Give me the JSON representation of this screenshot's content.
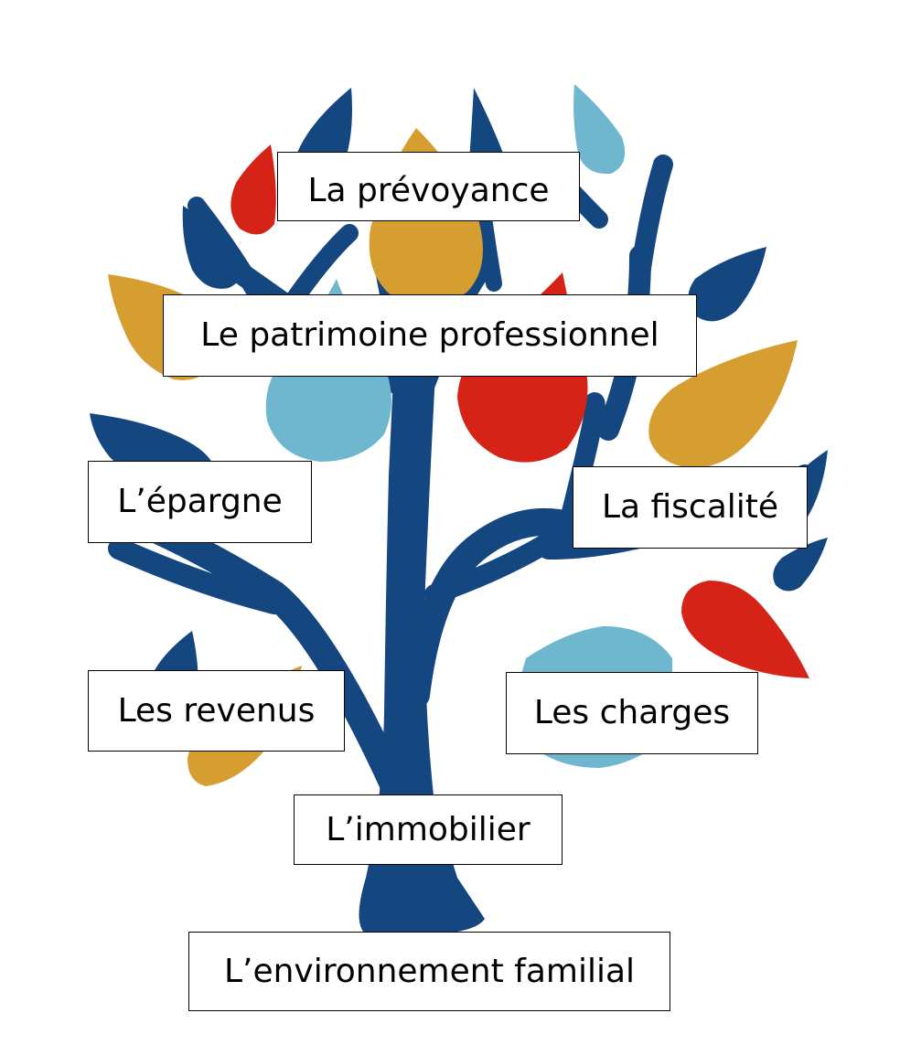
{
  "colors": {
    "trunk": "#14467f",
    "red": "#d52317",
    "gold": "#d69d30",
    "lightblue": "#6fb6cf",
    "navy": "#14467f"
  },
  "labels": {
    "prevoyance": "La prévoyance",
    "patrimoine_pro": "Le patrimoine professionnel",
    "epargne": "L’épargne",
    "fiscalite": "La fiscalité",
    "revenus": "Les revenus",
    "charges": "Les charges",
    "immobilier": "L’immobilier",
    "environnement": "L’environnement familial"
  }
}
